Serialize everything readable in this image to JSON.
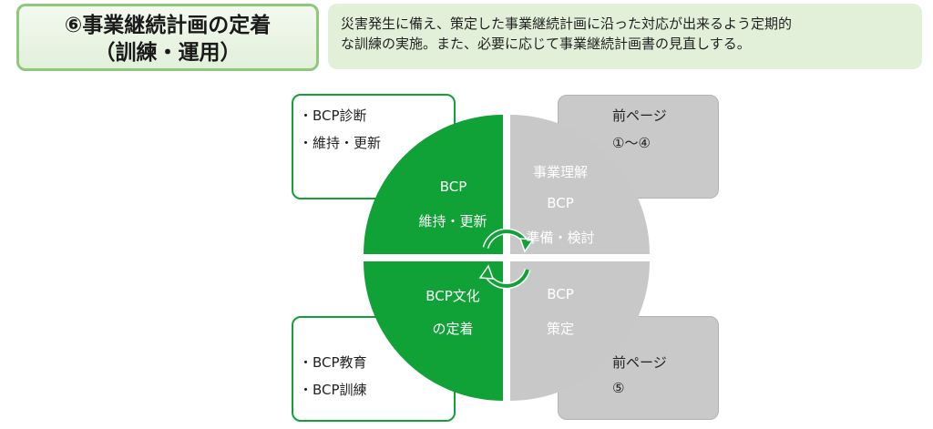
{
  "title": {
    "line1": "⑥事業継続計画の定着",
    "line2": "（訓練・運用）"
  },
  "description": {
    "line1": "災害発生に備え、策定した事業継続計画に沿った対応が出来るよう定期的",
    "line2": "な訓練の実施。また、必要に応じて事業継続計画書の見直しする。"
  },
  "diagram": {
    "colors": {
      "green": "#10a137",
      "gray": "#c8c8c8",
      "box_gray": "#c9c9c9"
    },
    "top_left_box": {
      "item1": "・BCP診断",
      "item2": "・維持・更新"
    },
    "bottom_left_box": {
      "item1": "・BCP教育",
      "item2": "・BCP訓練"
    },
    "top_right_box": {
      "line1": "前ページ",
      "line2": "①～④"
    },
    "bottom_right_box": {
      "line1": "前ページ",
      "line2": "⑤"
    },
    "quadrants": {
      "top_left": {
        "line1": "BCP",
        "line2": "維持・更新"
      },
      "top_right": {
        "line1": "事業理解",
        "line2": "BCP",
        "line3": "準備・検討"
      },
      "bottom_left": {
        "line1": "BCP文化",
        "line2": "の定着"
      },
      "bottom_right": {
        "line1": "BCP",
        "line2": "策定"
      }
    },
    "cycle_icon": "circular-arrows-icon"
  }
}
